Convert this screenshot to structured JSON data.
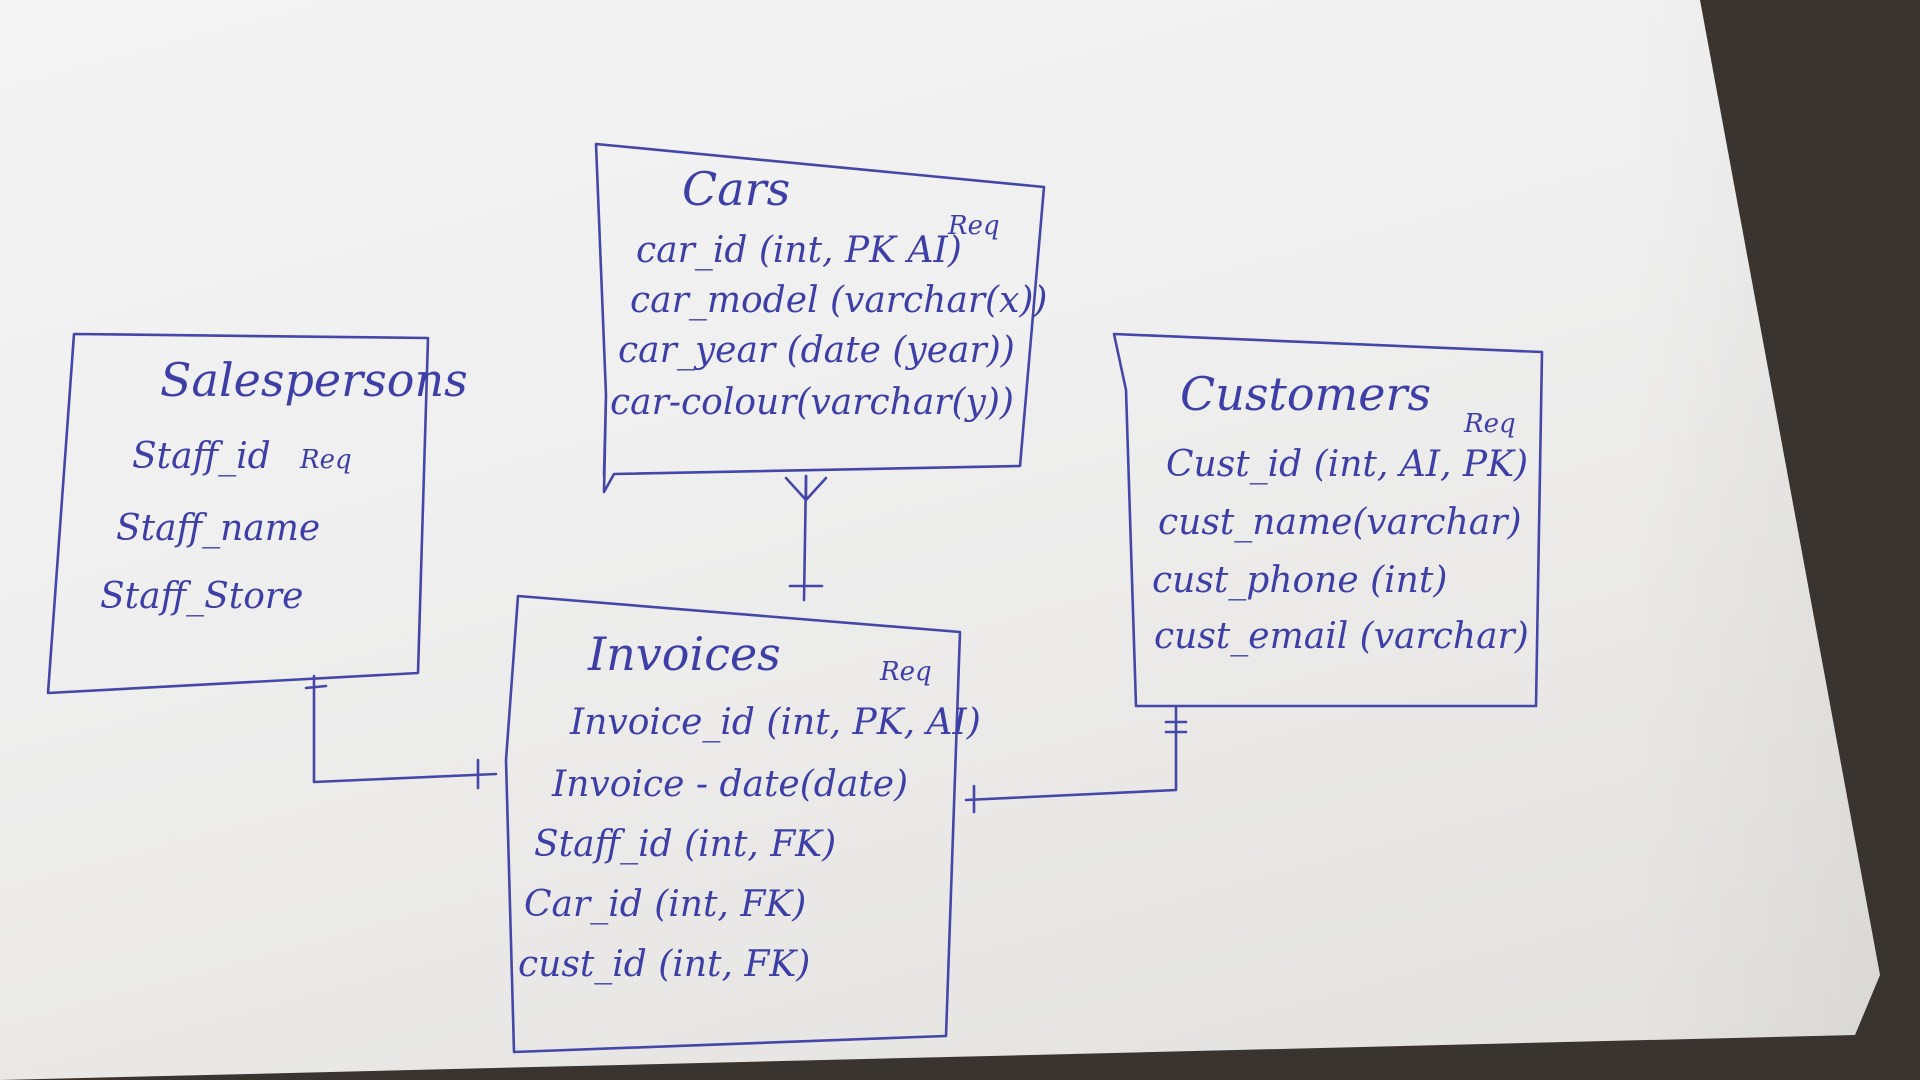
{
  "entities": {
    "cars": {
      "title": "Cars",
      "req": "Req",
      "attributes": [
        "car_id (int, PK AI)",
        "car_model (varchar(x))",
        "car_year (date (year))",
        "car-colour(varchar(y))"
      ]
    },
    "salespersons": {
      "title": "Salespersons",
      "req": "Req",
      "attributes": [
        "Staff_id",
        "Staff_name",
        "Staff_Store"
      ]
    },
    "customers": {
      "title": "Customers",
      "req": "Req",
      "attributes": [
        "Cust_id (int, AI, PK)",
        "cust_name(varchar)",
        "cust_phone (int)",
        "cust_email (varchar)"
      ]
    },
    "invoices": {
      "title": "Invoices",
      "req": "Req",
      "attributes": [
        "Invoice_id (int, PK, AI)",
        "Invoice - date(date)",
        "Staff_id (int, FK)",
        "Car_id (int, FK)",
        "cust_id (int, FK)"
      ]
    }
  },
  "relationships": [
    {
      "from": "cars",
      "to": "invoices",
      "from_end": "crow-foot",
      "to_end": "one"
    },
    {
      "from": "salespersons",
      "to": "invoices",
      "from_end": "one",
      "to_end": "one"
    },
    {
      "from": "customers",
      "to": "invoices",
      "from_end": "one-and-only-one",
      "to_end": "one"
    }
  ],
  "colors": {
    "ink": "#4547a8",
    "paper": "#f0f0f0",
    "background": "#3a3430"
  }
}
